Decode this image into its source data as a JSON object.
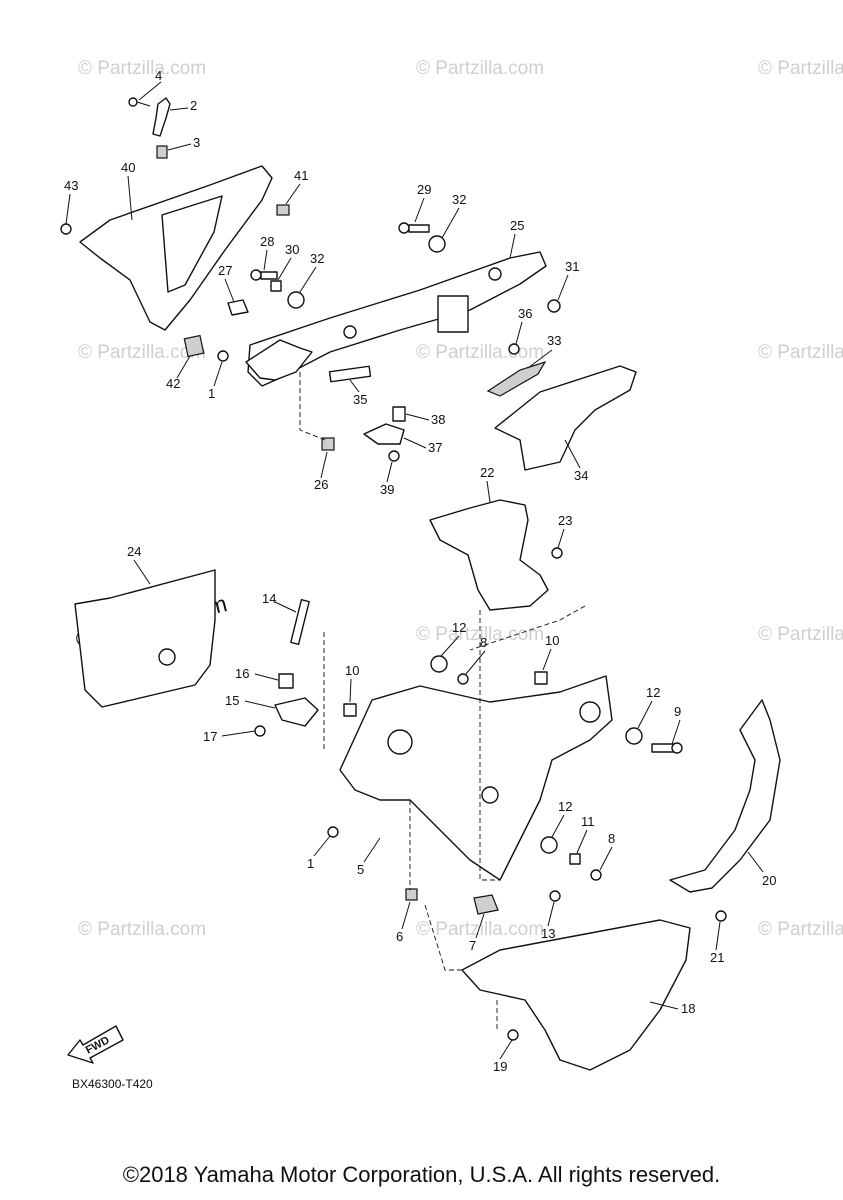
{
  "watermarks": {
    "small": "© Partzilla.com",
    "large": "© Partzilla.com"
  },
  "diagram_code": "BX46300-T420",
  "fwd_label": "FWD",
  "copyright": "©2018 Yamaha Motor Corporation, U.S.A. All rights reserved.",
  "callouts": [
    "4",
    "2",
    "3",
    "40",
    "41",
    "43",
    "29",
    "32",
    "25",
    "28",
    "30",
    "32",
    "31",
    "27",
    "36",
    "33",
    "42",
    "1",
    "35",
    "38",
    "37",
    "26",
    "39",
    "34",
    "22",
    "23",
    "24",
    "14",
    "12",
    "8",
    "10",
    "16",
    "10",
    "12",
    "9",
    "15",
    "17",
    "20",
    "12",
    "11",
    "8",
    "1",
    "5",
    "13",
    "6",
    "7",
    "21",
    "18",
    "19"
  ]
}
